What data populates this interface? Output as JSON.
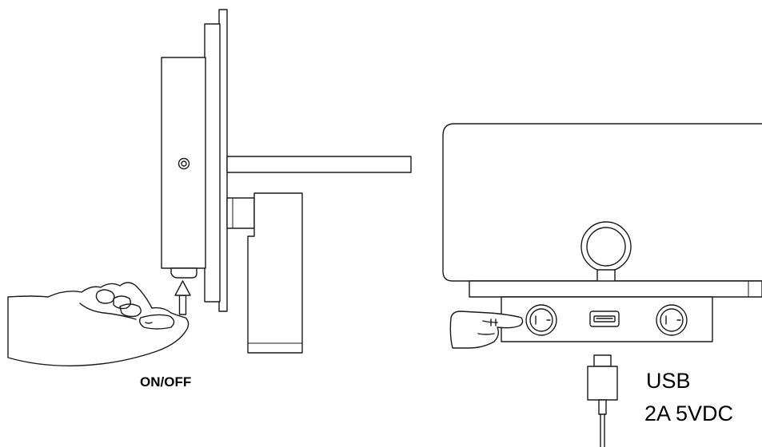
{
  "labels": {
    "on_off": "ON/OFF",
    "usb": "USB",
    "usb_spec": "2A 5VDC"
  },
  "icons": {
    "left_view_hand": "hand-pressing-up-icon",
    "right_view_hand": "hand-pressing-switch-icon",
    "arrow": "arrow-up-icon",
    "power_switch": "power-switch-icon",
    "usb_port": "usb-port-icon",
    "usb_plug": "usb-plug-icon"
  },
  "colors": {
    "line": "#1a1a1a",
    "background": "#ffffff"
  }
}
